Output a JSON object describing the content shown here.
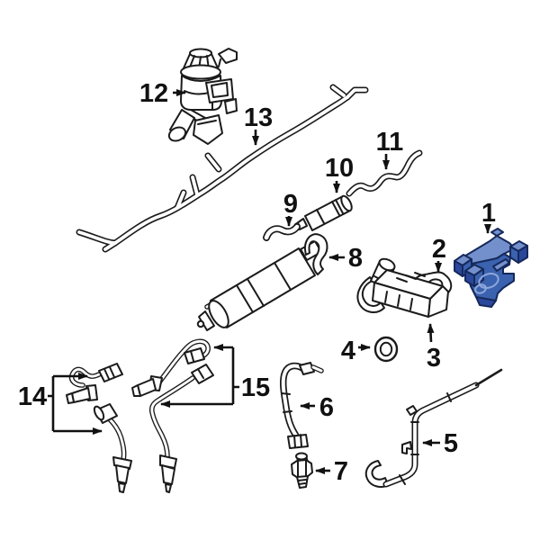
{
  "diagram": {
    "type": "exploded-parts-illustration",
    "background": "#ffffff",
    "line_color": "#1b1b1b",
    "highlighted_part": "1",
    "highlight_colors": {
      "fill": "#3a62ae",
      "fill_light": "#7390cc",
      "fill_dark": "#2a479b",
      "outline": "#16295c",
      "detail": "#8fa7dc"
    },
    "callouts": [
      {
        "id": "1",
        "label": "1"
      },
      {
        "id": "2",
        "label": "2"
      },
      {
        "id": "3",
        "label": "3"
      },
      {
        "id": "4",
        "label": "4"
      },
      {
        "id": "5",
        "label": "5"
      },
      {
        "id": "6",
        "label": "6"
      },
      {
        "id": "7",
        "label": "7"
      },
      {
        "id": "8",
        "label": "8"
      },
      {
        "id": "9",
        "label": "9"
      },
      {
        "id": "10",
        "label": "10"
      },
      {
        "id": "11",
        "label": "11"
      },
      {
        "id": "12",
        "label": "12"
      },
      {
        "id": "13",
        "label": "13"
      },
      {
        "id": "14",
        "label": "14"
      },
      {
        "id": "15",
        "label": "15"
      }
    ]
  }
}
